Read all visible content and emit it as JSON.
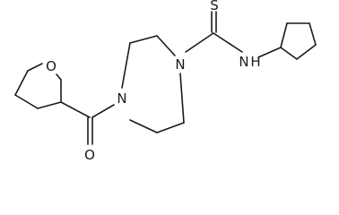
{
  "molecule": {
    "atom_labels": {
      "thione_sulfur": "S",
      "thioamide_nitrogen": "N",
      "thioamide_hydrogen": "H",
      "piperazine_n1": "N",
      "piperazine_n4": "N",
      "ring_oxygen": "O",
      "carbonyl_oxygen": "O"
    }
  }
}
